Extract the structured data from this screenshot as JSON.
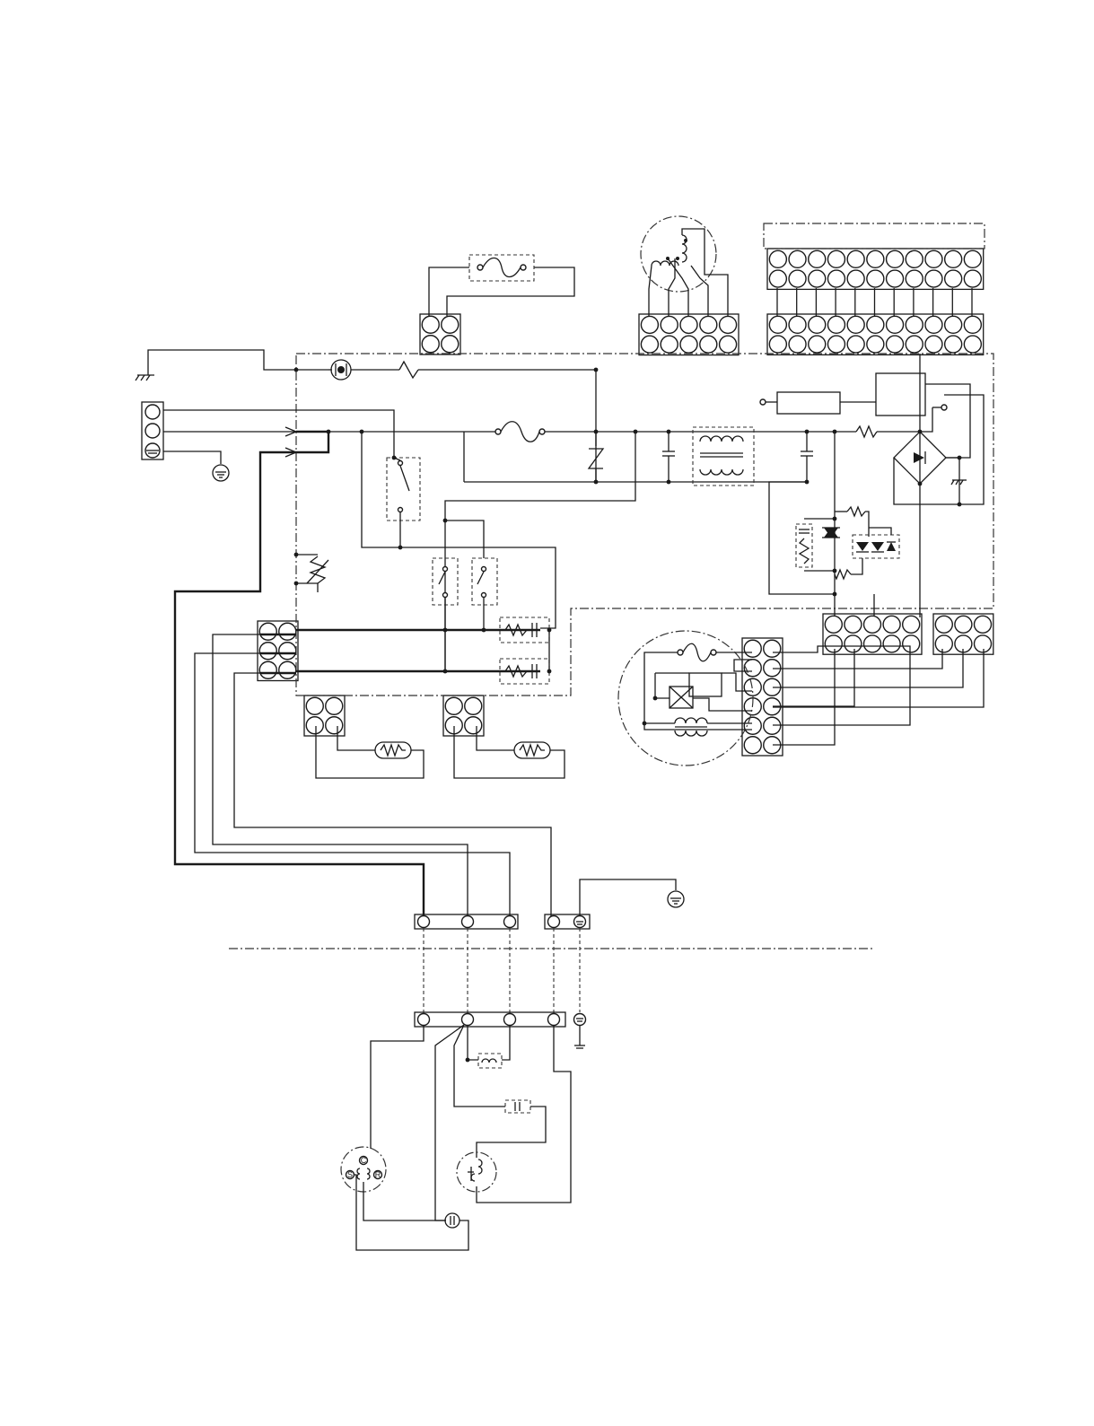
{
  "diagram": {
    "colors": {
      "ink": "#1a1a1a",
      "paper": "#ffffff"
    },
    "motor_terminal_labels": {
      "common": "C",
      "start": "S",
      "run": "R"
    }
  }
}
